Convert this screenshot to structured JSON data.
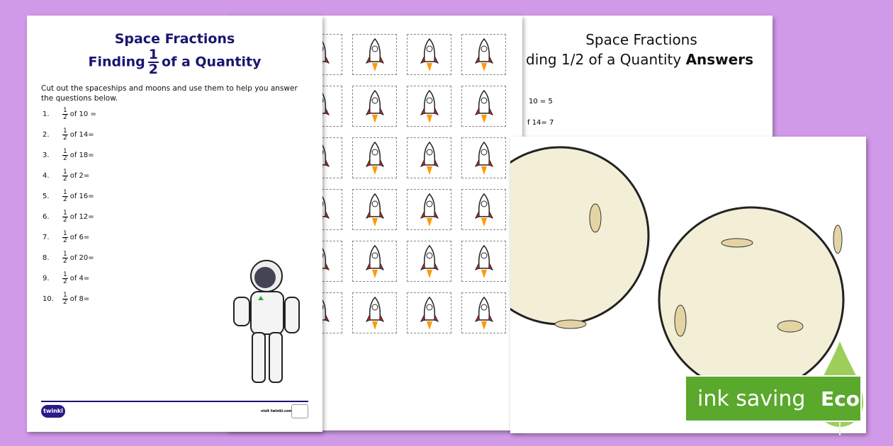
{
  "worksheet": {
    "title": "Space Fractions",
    "subtitle_pre": "Finding",
    "fraction": {
      "n": "1",
      "d": "2"
    },
    "subtitle_post": "of a Quantity",
    "instructions": "Cut out the spaceships and moons and use them to help you answer the questions below.",
    "questions": [
      {
        "num": "1.",
        "text": "of 10 ="
      },
      {
        "num": "2.",
        "text": "of 14="
      },
      {
        "num": "3.",
        "text": "of 18="
      },
      {
        "num": "4.",
        "text": "of 2="
      },
      {
        "num": "5.",
        "text": "of 16="
      },
      {
        "num": "6.",
        "text": "of 12="
      },
      {
        "num": "7.",
        "text": "of 6="
      },
      {
        "num": "8.",
        "text": "of 20="
      },
      {
        "num": "9.",
        "text": "of 4="
      },
      {
        "num": "10.",
        "text": "of 8="
      }
    ],
    "footer": {
      "logo": "twinkl",
      "url": "visit twinkl.com"
    }
  },
  "answers": {
    "title": "Space Fractions",
    "subtitle": "ding 1/2 of a Quantity",
    "subtitle_bold": "Answers",
    "lines": [
      "10 = 5",
      "f 14= 7"
    ]
  },
  "badge": {
    "text": "ink saving",
    "eco": "Eco"
  },
  "colors": {
    "background": "#d19ae8",
    "title": "#1a1570",
    "eco": "#5aa82c",
    "moon": "#f3eed6"
  }
}
